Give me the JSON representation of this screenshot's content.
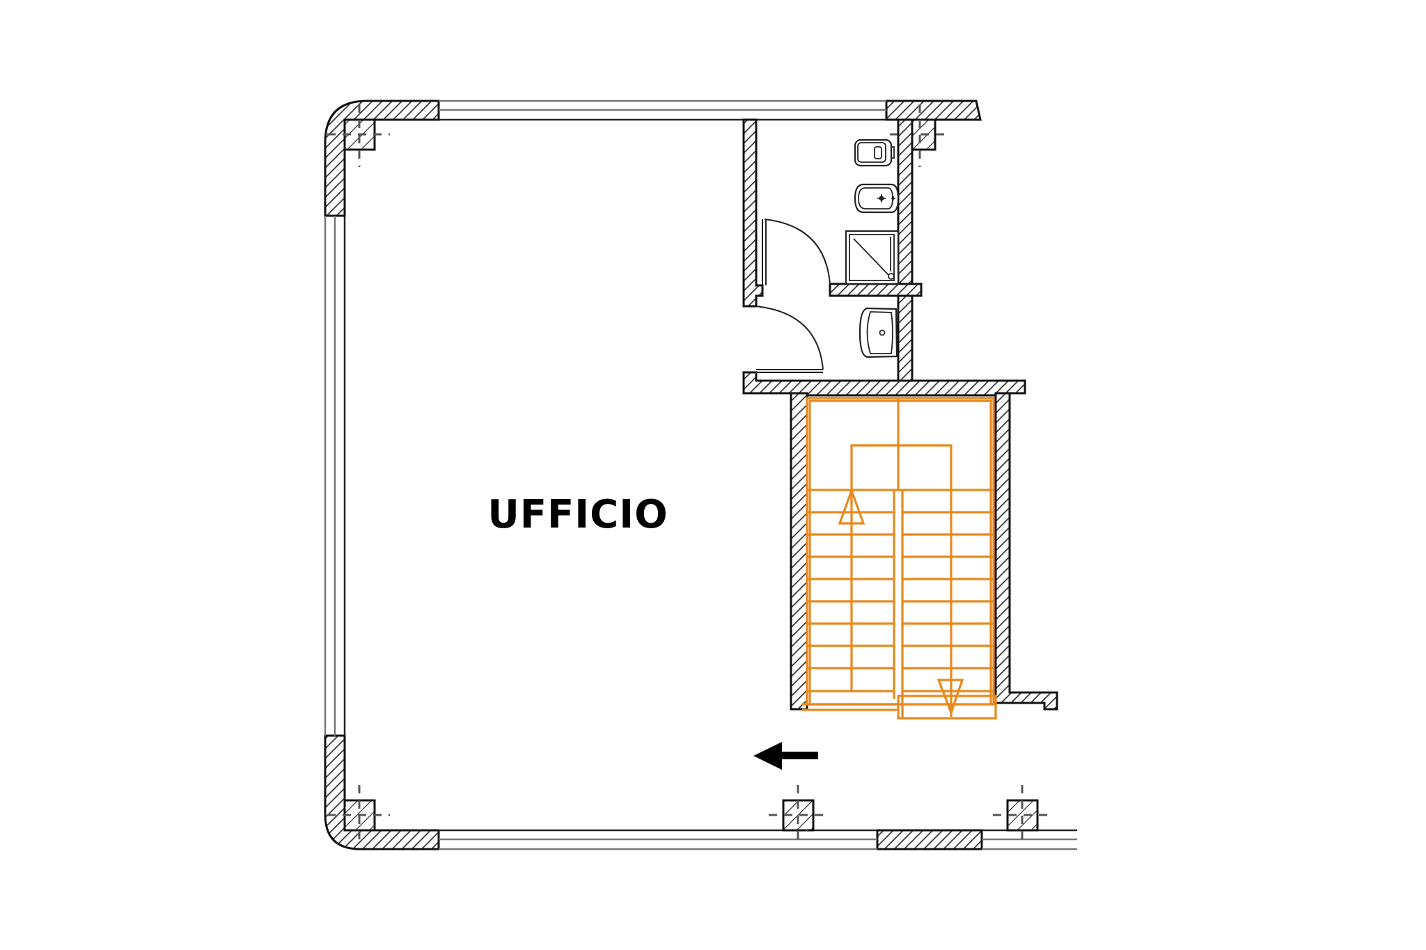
{
  "plan": {
    "room_label": "UFFICIO",
    "colors": {
      "walls": "#111111",
      "hatch": "#333333",
      "stairs": "#e8891e",
      "background": "#ffffff",
      "axis_lines": "#555555",
      "arrow": "#000000"
    },
    "elements": {
      "rooms": [
        "office",
        "bathroom",
        "stairwell"
      ],
      "bathroom_fixtures": [
        "toilet",
        "bidet",
        "shower",
        "washbasin"
      ],
      "doors": 2,
      "columns": 6,
      "windows": [
        "top",
        "left",
        "bottom-left",
        "bottom-right"
      ],
      "stair_arrows": [
        "up",
        "down"
      ],
      "direction_arrow": "left-arrow"
    }
  }
}
